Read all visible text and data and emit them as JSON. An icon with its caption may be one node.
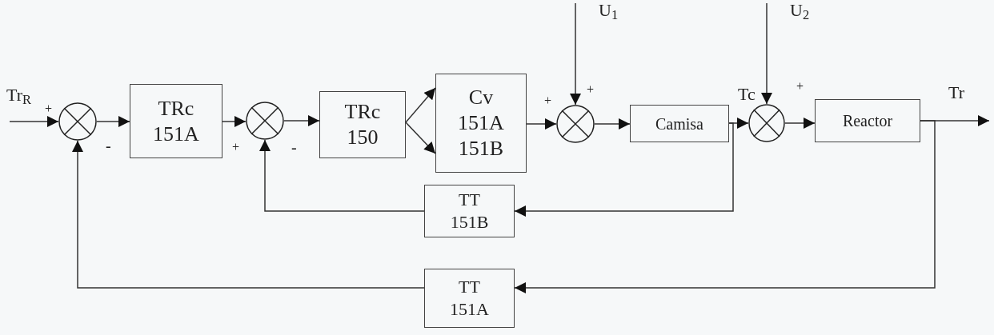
{
  "diagram": {
    "nodes": [
      {
        "text": [],
        "shape": "circle"
      },
      {
        "text": [
          "TRc 151A"
        ]
      },
      {
        "text": [],
        "shape": "circle"
      },
      {
        "text": [
          "TRc 150"
        ]
      },
      {
        "text": [
          "Cv 151A 151B"
        ]
      },
      {
        "text": [],
        "shape": "circle"
      },
      {
        "text": [
          "Camisa"
        ]
      },
      {
        "text": [],
        "shape": "circle"
      },
      {
        "text": [
          "Reactor"
        ]
      },
      {
        "text": [
          "TT 151B"
        ]
      },
      {
        "text": [
          "TT 151A"
        ]
      }
    ],
    "edges": [
      {
        "from": null,
        "to": 0,
        "arrow": "to"
      },
      {
        "from": 0,
        "to": 1,
        "arrow": "to"
      },
      {
        "from": 1,
        "to": 2,
        "arrow": "to"
      },
      {
        "from": 2,
        "to": 3,
        "arrow": "to"
      },
      {
        "from": 3,
        "to": 4,
        "arrow": "to"
      },
      {
        "from": 3,
        "to": 4,
        "arrow": "to"
      },
      {
        "from": 4,
        "to": 5,
        "arrow": "to"
      },
      {
        "from": null,
        "to": 5,
        "arrow": "to"
      },
      {
        "from": 5,
        "to": 6,
        "arrow": "to"
      },
      {
        "from": 6,
        "to": 7,
        "arrow": "to"
      },
      {
        "from": null,
        "to": 7,
        "arrow": "to"
      },
      {
        "from": 7,
        "to": 8,
        "arrow": "to"
      },
      {
        "from": 8,
        "to": null,
        "arrow": "to"
      },
      {
        "from": 6,
        "to": 9,
        "arrow": "to"
      },
      {
        "from": 9,
        "to": 2,
        "arrow": "to"
      },
      {
        "from": 8,
        "to": 10,
        "arrow": "to"
      },
      {
        "from": 10,
        "to": 0,
        "arrow": "to"
      }
    ],
    "labels": [
      "Tr$_{R}$",
      "+",
      "-",
      "+",
      "-",
      "U$_{1}$",
      "+",
      "+",
      "U$_{2}$",
      "Tc",
      "+",
      "Tr"
    ]
  }
}
